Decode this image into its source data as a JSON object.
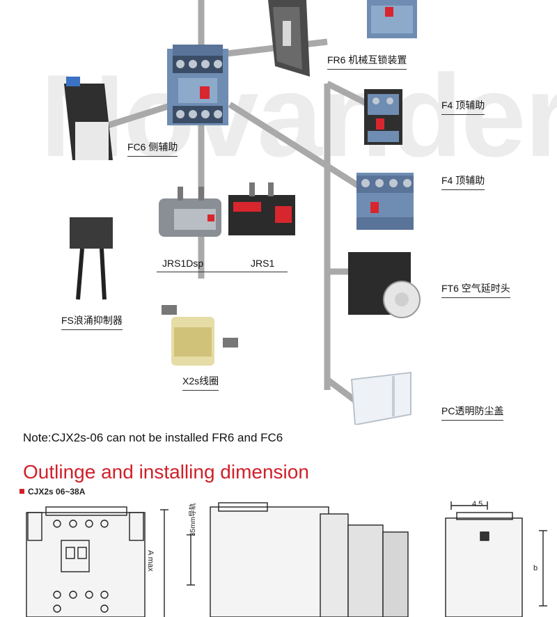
{
  "watermark": "Novander",
  "accessories": {
    "fr6": "FR6 机械互锁装置",
    "fc6": "FC6 侧辅助",
    "f4_a": "F4 顶辅助",
    "f4_b": "F4 顶辅助",
    "jrs1dsp": "JRS1Dsp",
    "jrs1": "JRS1",
    "ft6": "FT6 空气延时头",
    "fs": "FS浪涌抑制器",
    "x2s": "X2s线圈",
    "pc": "PC透明防尘盖"
  },
  "note": "Note:CJX2s-06 can not be installed FR6 and FC6",
  "section_title": "Outlinge and installing dimension",
  "subheading": "CJX2s 06~38A",
  "dimensions": {
    "a_max": "A max",
    "thirty_five": "35mm导轨",
    "four_five": "4.5",
    "b": "b"
  },
  "colors": {
    "title_red": "#d0202a",
    "contactor_blue": "#6f8db3",
    "connector_gray": "#a9a9a9",
    "relay_red": "#d8262e"
  }
}
